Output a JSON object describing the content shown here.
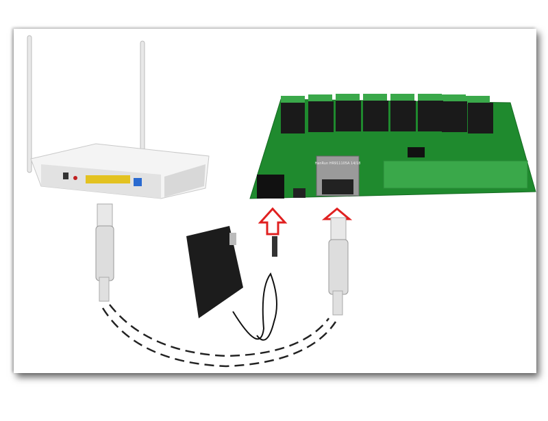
{
  "diagram": {
    "components": [
      {
        "id": "router",
        "label": ""
      },
      {
        "id": "relay-board",
        "label": ""
      },
      {
        "id": "power-adapter",
        "label": ""
      },
      {
        "id": "ethernet-cable-router",
        "label": ""
      },
      {
        "id": "ethernet-cable-board",
        "label": ""
      }
    ],
    "rj45_jack_marking": "HanRun HR911105A 14/18",
    "arrow_color": "#e02020",
    "board_color": "#1f8a2e",
    "terminal_color": "#3aa84a"
  }
}
